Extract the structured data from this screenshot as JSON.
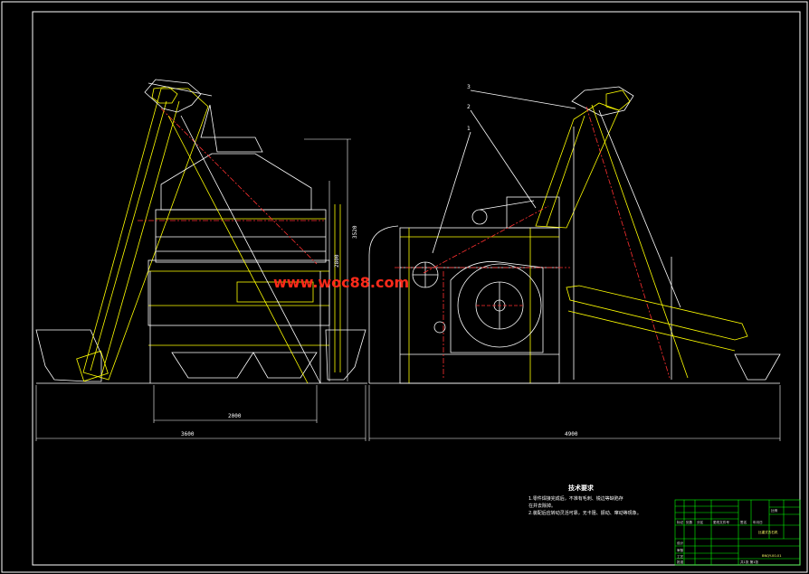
{
  "watermark": "www.woc88.com",
  "dimensions": {
    "left_width": "2000",
    "left_overall": "3600",
    "left_height_outer": "3520",
    "left_height_inner": "2800",
    "right_overall": "4900"
  },
  "part_numbers": [
    "3",
    "2",
    "1"
  ],
  "notes": {
    "title": "技术要求",
    "lines": [
      "1.零件焊接完成后，不准有毛刺、锐边等缺陷存",
      "在并去除掉。",
      "2.装配后应转动灵活可靠，无卡阻、振动、窜动等现象。"
    ]
  },
  "title_block": {
    "drawing_title": "比重式去石机",
    "drawing_no": "BNQY-00-01",
    "scale_label": "比例",
    "sheet_label": "共1张  第1张",
    "rows": [
      "标记",
      "处数",
      "分区",
      "更改文件号",
      "签名",
      "年月日"
    ],
    "roles": [
      "设计",
      "审核",
      "工艺",
      "批准"
    ]
  },
  "colors": {
    "frame": "#ffffff",
    "outline": "#ffffff",
    "structure": "#ffff00",
    "center": "#ff3030",
    "hidden": "#00ffff",
    "watermark": "#ff2a1a",
    "titleblock": "#00ff00"
  }
}
